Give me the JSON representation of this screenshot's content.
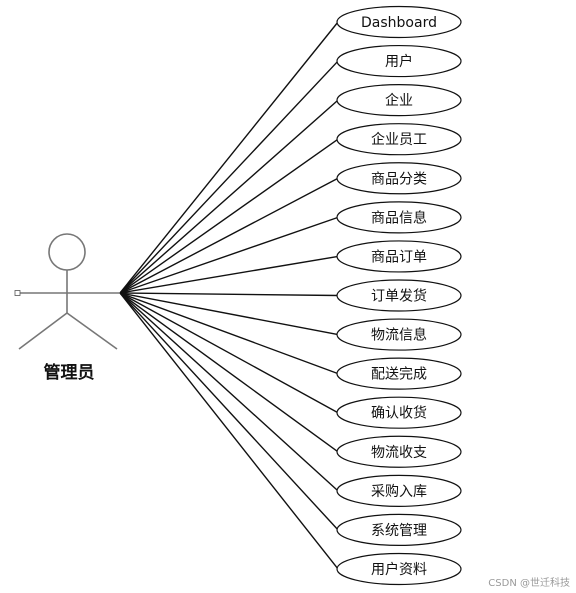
{
  "actor": {
    "label": "管理员"
  },
  "use_cases": [
    {
      "label": "Dashboard"
    },
    {
      "label": "用户"
    },
    {
      "label": "企业"
    },
    {
      "label": "企业员工"
    },
    {
      "label": "商品分类"
    },
    {
      "label": "商品信息"
    },
    {
      "label": "商品订单"
    },
    {
      "label": "订单发货"
    },
    {
      "label": "物流信息"
    },
    {
      "label": "配送完成"
    },
    {
      "label": "确认收货"
    },
    {
      "label": "物流收支"
    },
    {
      "label": "采购入库"
    },
    {
      "label": "系统管理"
    },
    {
      "label": "用户资料"
    }
  ],
  "watermark": "CSDN @世迁科技"
}
